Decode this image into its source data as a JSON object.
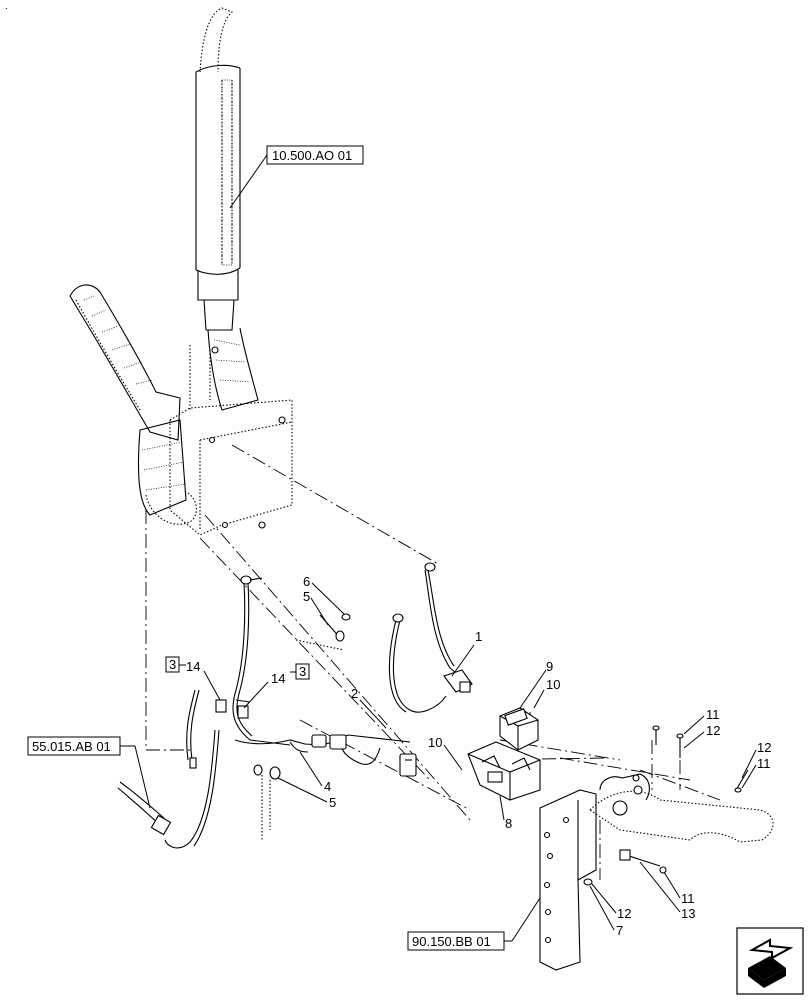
{
  "references": [
    {
      "id": "ref-exhaust",
      "label": "10.500.AO 01"
    },
    {
      "id": "ref-harness",
      "label": "55.015.AB 01"
    },
    {
      "id": "ref-frame",
      "label": "90.150.BB 01"
    }
  ],
  "callouts": {
    "c1": "1",
    "c2": "2",
    "c3a": "3",
    "c3b": "3",
    "c4": "4",
    "c5a": "5",
    "c5b": "5",
    "c6": "6",
    "c7": "7",
    "c8": "8",
    "c9": "9",
    "c10a": "10",
    "c10b": "10",
    "c11a": "11",
    "c11b": "11",
    "c11c": "11",
    "c12a": "12",
    "c12b": "12",
    "c12c": "12",
    "c13": "13",
    "c14a": "14",
    "c14b": "14"
  },
  "corner_mark": "."
}
